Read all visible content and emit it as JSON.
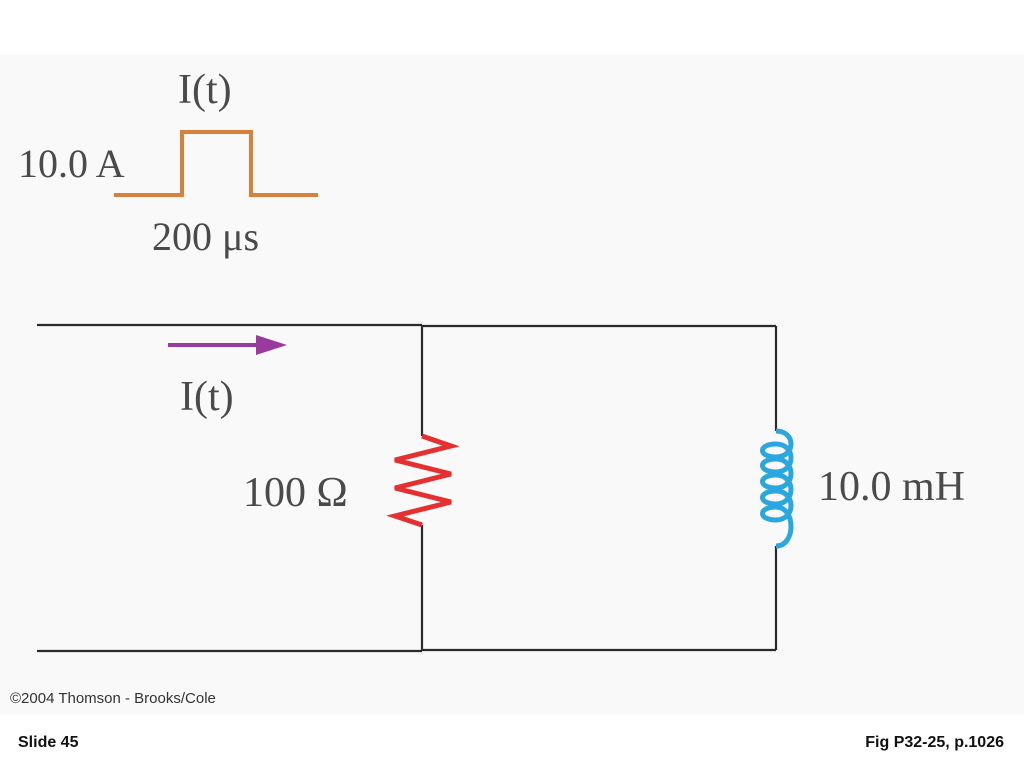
{
  "pulse": {
    "title": "I(t)",
    "amplitude_label": "10.0 A",
    "duration_label": "200 μs",
    "amplitude_A": 10.0,
    "duration_us": 200,
    "color": "#d9803a"
  },
  "circuit": {
    "current_label": "I(t)",
    "resistor": {
      "label": "100 Ω",
      "color": "#e43030"
    },
    "inductor": {
      "label": "10.0 mH",
      "color": "#2aa7e0"
    },
    "arrow_color": "#9b3a9e",
    "wire_color": "#2b2b2b"
  },
  "copyright": "©2004 Thomson - Brooks/Cole",
  "footer": {
    "slide_number": "Slide 45",
    "figure_reference": "Fig P32-25, p.1026"
  }
}
